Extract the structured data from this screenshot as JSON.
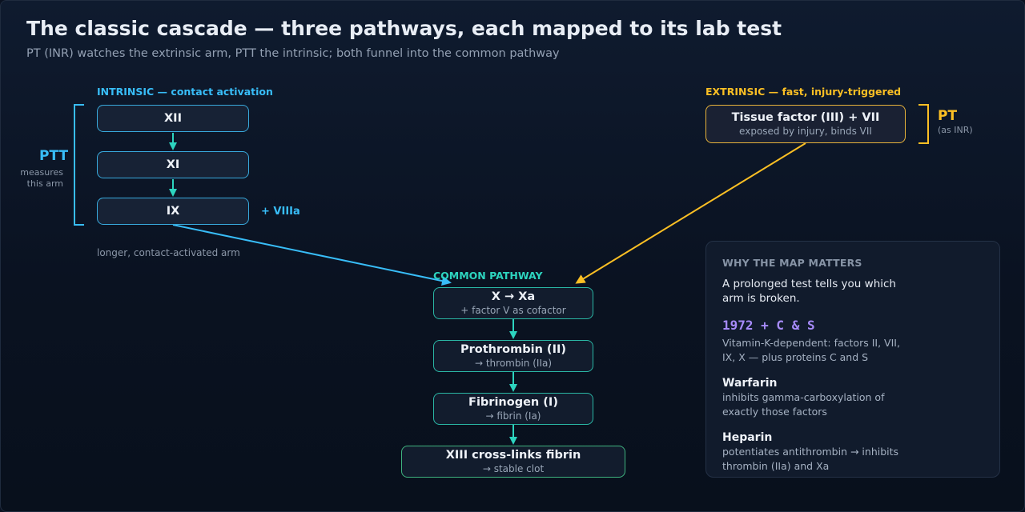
{
  "header": {
    "title": "The classic cascade — three pathways, each mapped to its lab test",
    "subtitle": "PT (INR) watches the extrinsic arm, PTT the intrinsic; both funnel into the common pathway"
  },
  "intrinsic": {
    "label": "INTRINSIC — contact activation",
    "nodes": [
      "XII",
      "XI",
      "IX"
    ],
    "cofactor": "+ VIIIa",
    "note": "longer, contact-activated arm",
    "test": {
      "name": "PTT",
      "note_line1": "measures",
      "note_line2": "this arm"
    }
  },
  "extrinsic": {
    "label": "EXTRINSIC — fast, injury-triggered",
    "node": {
      "label": "Tissue factor (III) + VII",
      "sub": "exposed by injury, binds VII"
    },
    "test": {
      "name": "PT",
      "note": "(as INR)"
    }
  },
  "common": {
    "label": "COMMON PATHWAY",
    "nodes": [
      {
        "label": "X → Xa",
        "sub": "+ factor V as cofactor"
      },
      {
        "label": "Prothrombin (II)",
        "sub": "→ thrombin (IIa)"
      },
      {
        "label": "Fibrinogen (I)",
        "sub": "→ fibrin (Ia)"
      },
      {
        "label": "XIII cross-links fibrin",
        "sub": "→ stable clot"
      }
    ]
  },
  "panel": {
    "heading": "WHY THE MAP MATTERS",
    "lead": "A prolonged test tells you which arm is broken.",
    "stat": "1972 + C & S",
    "stat_desc": "Vitamin-K-dependent: factors II, VII, IX, X — plus proteins C and S",
    "items": [
      {
        "term": "Warfarin",
        "desc": "inhibits gamma-carboxylation of exactly those factors"
      },
      {
        "term": "Heparin",
        "desc": "potentiates antithrombin → inhibits thrombin (IIa) and Xa"
      }
    ]
  },
  "colors": {
    "intrinsic": "#38bdf8",
    "extrinsic": "#fbbf24",
    "common": "#2dd4bf",
    "final": "#3fb37f",
    "stat": "#a78bfa"
  }
}
